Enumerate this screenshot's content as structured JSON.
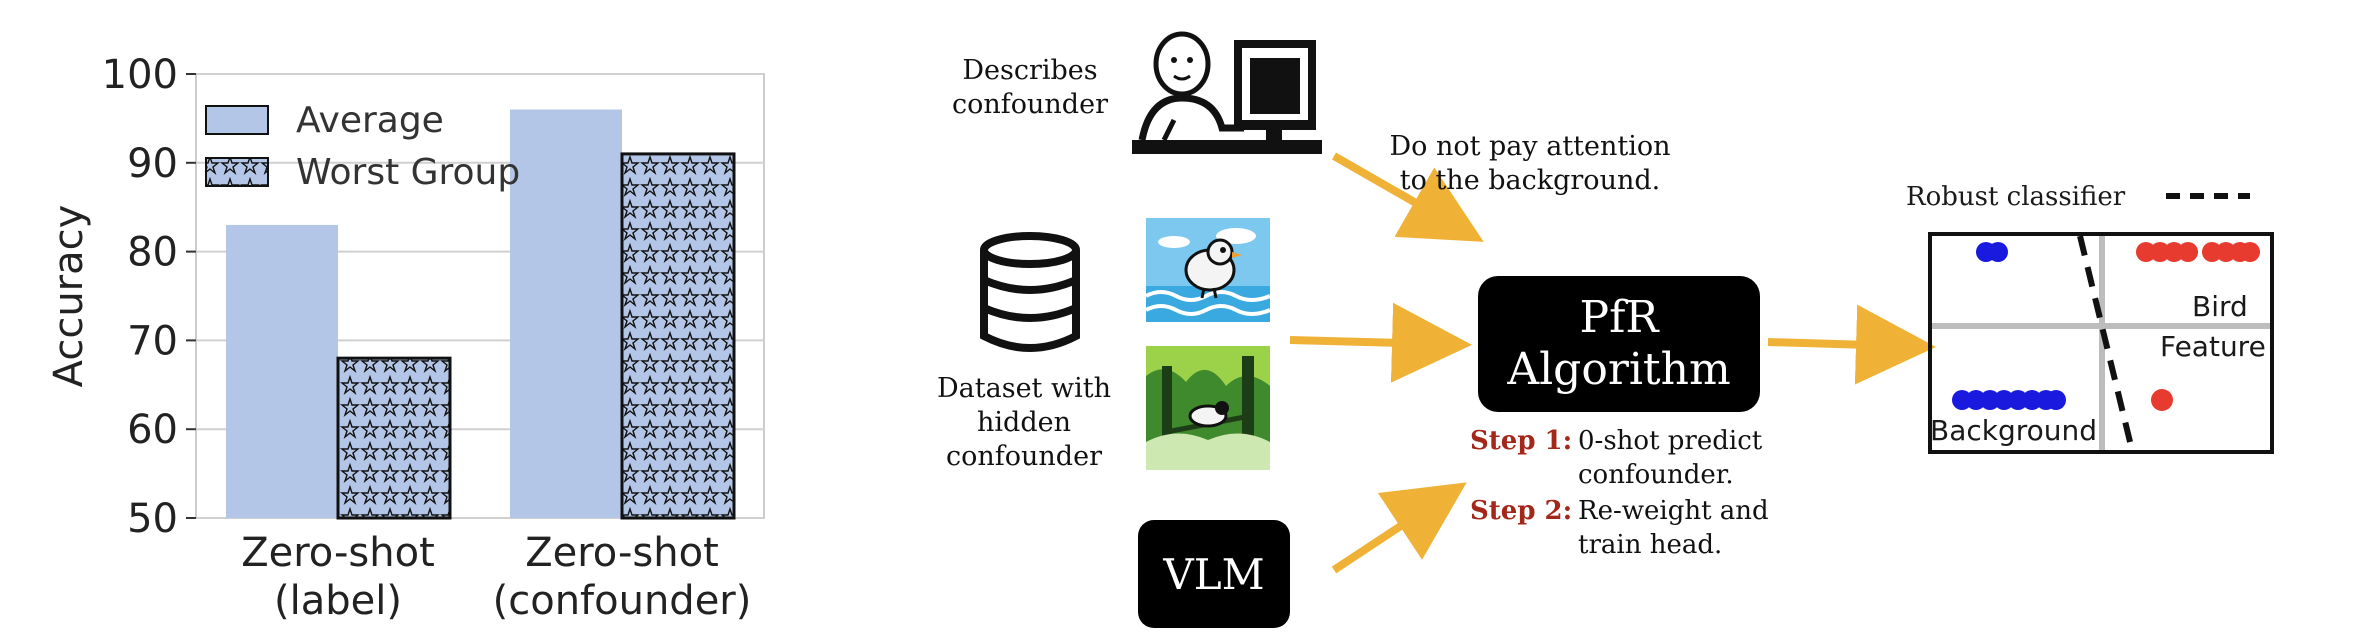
{
  "chart_data": {
    "type": "bar",
    "categories": [
      "Zero-shot\n(label)",
      "Zero-shot\n(confounder)"
    ],
    "category_lines": [
      [
        "Zero-shot",
        "(label)"
      ],
      [
        "Zero-shot",
        "(confounder)"
      ]
    ],
    "series": [
      {
        "name": "Average",
        "values": [
          83,
          96
        ],
        "color": "#b4c6e7",
        "hatch": "none"
      },
      {
        "name": "Worst Group",
        "values": [
          68,
          91
        ],
        "color": "#b4c6e7",
        "hatch": "stars"
      }
    ],
    "ylabel": "Accuracy",
    "ylim": [
      50,
      100
    ],
    "yticks": [
      50,
      60,
      70,
      80,
      90,
      100
    ],
    "grid": true,
    "legend": "top-left"
  },
  "diagram": {
    "user_label_line1": "Describes",
    "user_label_line2": "confounder",
    "instruction_line1": "Do not pay attention",
    "instruction_line2": "to the background.",
    "dataset_line1": "Dataset with",
    "dataset_line2": "hidden",
    "dataset_line3": "confounder",
    "algo_line1": "PfR",
    "algo_line2": "Algorithm",
    "vlm_label": "VLM",
    "step1_key": "Step 1:",
    "step1_line1": "0-shot predict",
    "step1_line2": "confounder.",
    "step2_key": "Step 2:",
    "step2_line1": "Re-weight and",
    "step2_line2": "train head.",
    "robust_label": "Robust classifier",
    "axis_bird": "Bird",
    "axis_feature": "Feature",
    "axis_background": "Background"
  },
  "colors": {
    "arrow": "#efb237",
    "step_key": "#a3281a",
    "blue_points": "#1a1adf",
    "red_points": "#e63b2e",
    "bar_fill": "#b4c6e7"
  },
  "icons": [
    "person-at-computer-icon",
    "database-icon",
    "bird-on-water-image",
    "bird-in-forest-image"
  ]
}
